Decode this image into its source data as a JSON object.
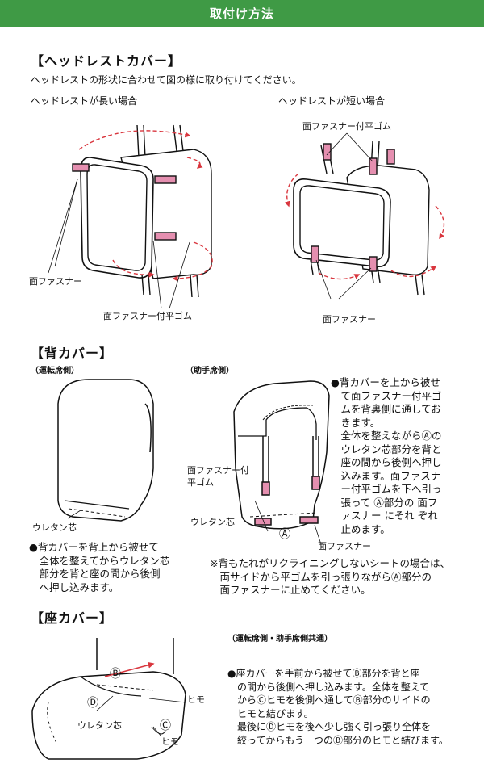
{
  "header": {
    "title": "取付け方法"
  },
  "headrest": {
    "title": "【ヘッドレストカバー】",
    "intro": "ヘッドレストの形状に合わせて図の様に取り付けてください。",
    "long_caption": "ヘッドレストが長い場合",
    "short_caption": "ヘッドレストが短い場合",
    "label_surface_fastener_left": "面ファスナー",
    "label_flat_rubber_left": "面ファスナー付平ゴム",
    "label_flat_rubber_right": "面ファスナー付平ゴム",
    "label_surface_fastener_right": "面ファスナー"
  },
  "back": {
    "title": "【背カバー】",
    "driver_side": "（運転席側）",
    "passenger_side": "（助手席側）",
    "label_urethane_left": "ウレタン芯",
    "label_flat_rubber_1": "面ファスナー付",
    "label_flat_rubber_2": "平ゴム",
    "label_urethane_right": "ウレタン芯",
    "label_fastener": "面ファスナー",
    "label_a_mark": "Ⓐ",
    "driver_desc": [
      "●背カバーを背上から被せて",
      "　全体を整えてからウレタン芯",
      "　部分を背と座の間から後側",
      "　へ押し込みます。"
    ],
    "passenger_desc": [
      "●背カバーを上から被せ",
      "　て面ファスナー付平ゴ",
      "　ムを背裏側に通してお",
      "　きます。",
      "　全体を整えながらⒶの",
      "　ウレタン芯部分を背と",
      "　座の間から後側へ押し",
      "　込みます。面ファスナ",
      "　ー付平ゴムを下へ引っ",
      "　張って Ⓐ部分の 面フ",
      "　ァスナー にそれ ぞれ",
      "　止めます。"
    ],
    "note": [
      "※背もたれがリクライニングしないシートの場合は、",
      "　両サイドから平ゴムを引っ張りながらⒶ部分の",
      "　面ファスナーに止めてください。"
    ]
  },
  "seat": {
    "title": "【座カバー】",
    "common": "（運転席側・助手席側共通）",
    "label_b": "Ⓑ",
    "label_d": "Ⓓ",
    "label_c": "Ⓒ",
    "label_himo_1": "ヒモ",
    "label_himo_2": "ヒモ",
    "label_urethane": "ウレタン芯",
    "desc": [
      "●座カバーを手前から被せてⒷ部分を背と座",
      "　の間から後側へ押し込みます。全体を整えて",
      "　からⒸヒモを後側へ通してⒷ部分のサイドの",
      "　ヒモと結びます。",
      "　最後にⒹヒモを後へ少し強く引っ張り全体を",
      "　絞ってからもう一つのⒷ部分のヒモと結びます。"
    ]
  },
  "colors": {
    "header_green": "#3f9a45",
    "accent_red": "#d9363e",
    "strap_pink": "#e58fb0"
  }
}
